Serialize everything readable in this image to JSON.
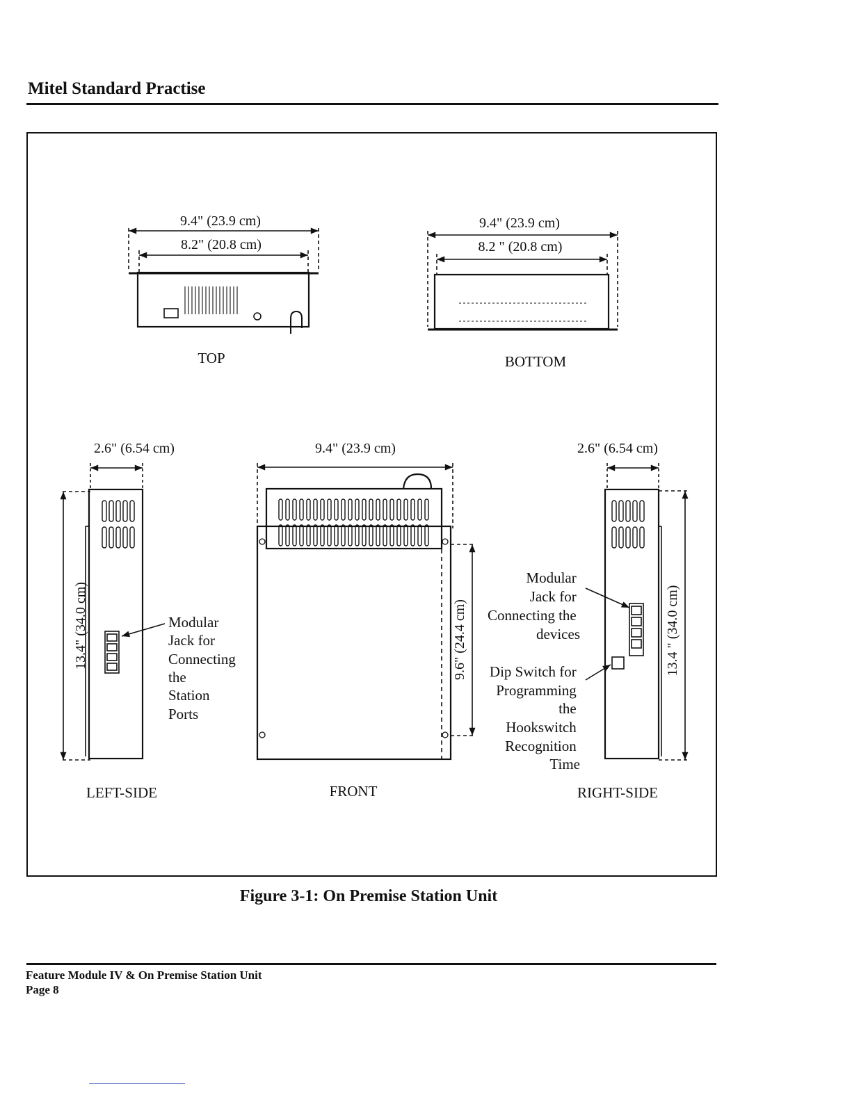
{
  "header": {
    "title": "Mitel Standard Practise"
  },
  "views": {
    "top": {
      "label": "TOP",
      "outer_dim": "9.4\" (23.9 cm)",
      "inner_dim": "8.2\" (20.8 cm)"
    },
    "bottom": {
      "label": "BOTTOM",
      "outer_dim": "9.4\" (23.9 cm)",
      "inner_dim": "8.2 \" (20.8 cm)"
    },
    "left_side": {
      "label": "LEFT-SIDE",
      "width_dim": "2.6\" (6.54 cm)",
      "height_dim": "13.4\" (34.0 cm)",
      "callout": [
        "Modular",
        "Jack for",
        "Connecting",
        "the",
        "Station",
        "Ports"
      ]
    },
    "front": {
      "label": "FRONT",
      "width_dim": "9.4\" (23.9 cm)",
      "height_dim": "9.6\" (24.4 cm)"
    },
    "right_side": {
      "label": "RIGHT-SIDE",
      "width_dim": "2.6\" (6.54 cm)",
      "height_dim": "13.4 \" (34.0 cm)",
      "callout_jack": [
        "Modular",
        "Jack for",
        "Connecting the",
        "devices"
      ],
      "callout_dip": [
        "Dip Switch for",
        "Programming",
        "the",
        "Hookswitch",
        "Recognition",
        "Time"
      ]
    }
  },
  "caption": "Figure 3-1:  On Premise Station Unit",
  "footer": {
    "title": "Feature Module IV & On Premise Station Unit",
    "page": "Page 8"
  }
}
